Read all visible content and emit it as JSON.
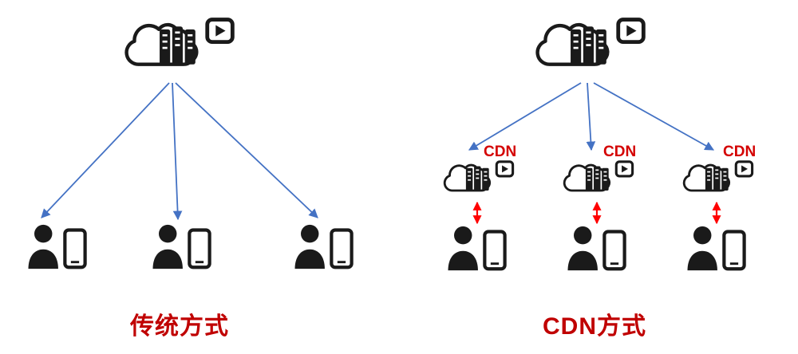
{
  "colors": {
    "arrow_blue": "#4472C4",
    "arrow_red": "#FF0000",
    "caption_red": "#C00000",
    "cdn_label_red": "#D40000",
    "icon_black": "#1A1A1A"
  },
  "left_diagram": {
    "caption": "传统方式",
    "client_count": 3
  },
  "right_diagram": {
    "caption": "CDN方式",
    "cdn_labels": [
      "CDN",
      "CDN",
      "CDN"
    ],
    "client_count": 3
  },
  "icons": {
    "origin": "cloud-media-server-icon",
    "edge": "cloud-media-server-icon",
    "client": "user-with-smartphone-icon",
    "video": "video-play-icon"
  }
}
